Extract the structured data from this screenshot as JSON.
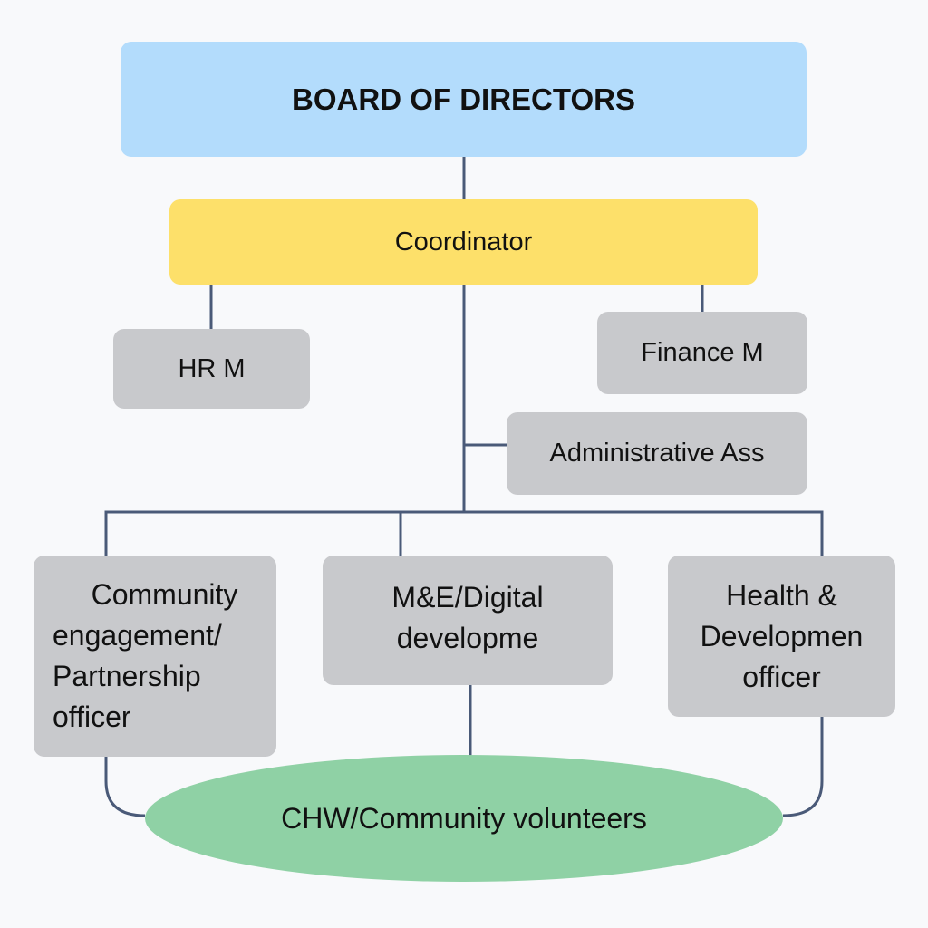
{
  "nodes": {
    "board": "BOARD OF DIRECTORS",
    "coordinator": "Coordinator",
    "hr": "HR M",
    "finance": "Finance M",
    "admin": "Administrative Ass",
    "community_lines": [
      "Community",
      "engagement/",
      "Partnership",
      "officer"
    ],
    "me_lines": [
      "M&E/Digital",
      "developme"
    ],
    "health_lines": [
      "Health &",
      "Developmen",
      "officer"
    ],
    "chw": "CHW/Community volunteers"
  },
  "colors": {
    "board": "#b3dcfc",
    "coordinator": "#fde06a",
    "staff": "#c8c9cc",
    "volunteers": "#8fd1a5",
    "connector": "#4a5a78"
  }
}
